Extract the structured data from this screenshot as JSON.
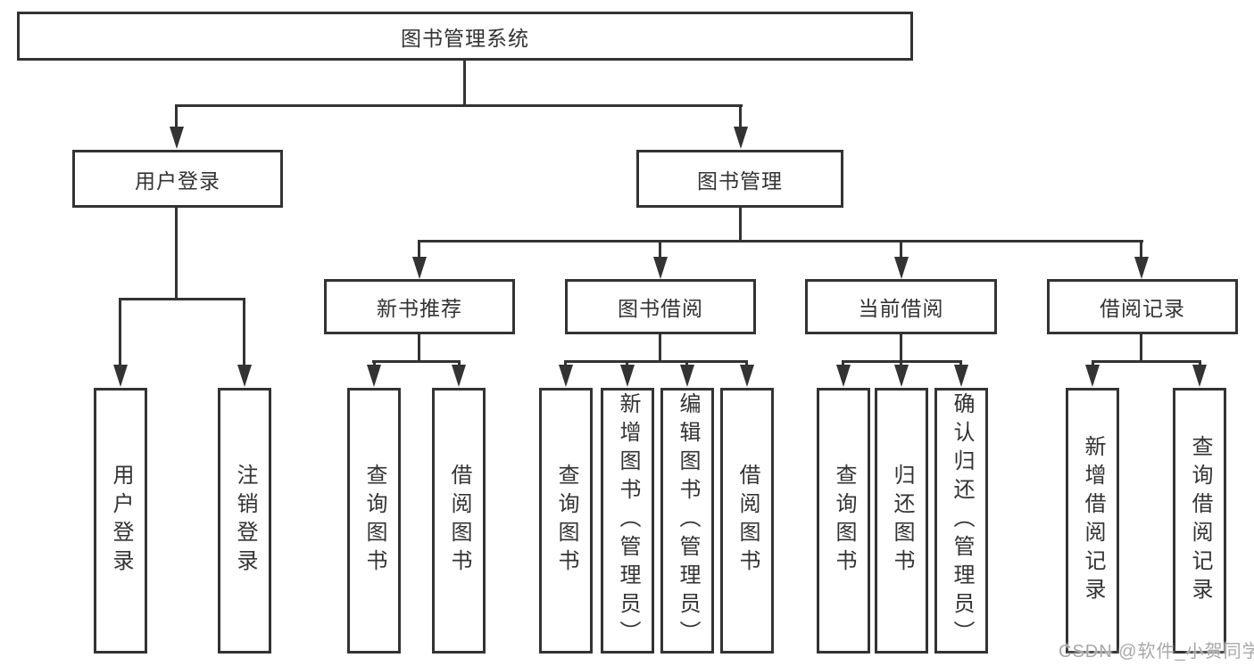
{
  "hierarchy": {
    "label": "图书管理系统",
    "children": [
      {
        "label": "用户登录",
        "children": [
          {
            "label": "用户登录"
          },
          {
            "label": "注销登录"
          }
        ]
      },
      {
        "label": "图书管理",
        "children": [
          {
            "label": "新书推荐",
            "children": [
              {
                "label": "查询图书"
              },
              {
                "label": "借阅图书"
              }
            ]
          },
          {
            "label": "图书借阅",
            "children": [
              {
                "label": "查询图书"
              },
              {
                "label": "新增图书（管理员）"
              },
              {
                "label": "编辑图书（管理员）"
              },
              {
                "label": "借阅图书"
              }
            ]
          },
          {
            "label": "当前借阅",
            "children": [
              {
                "label": "查询图书"
              },
              {
                "label": "归还图书"
              },
              {
                "label": "确认归还（管理员）"
              }
            ]
          },
          {
            "label": "借阅记录",
            "children": [
              {
                "label": "新增借阅记录"
              },
              {
                "label": "查询借阅记录"
              }
            ]
          }
        ]
      }
    ]
  },
  "watermark": {
    "text": "CSDN @软件_小贺同学"
  },
  "colors": {
    "line": "#333333",
    "box_border": "#333333",
    "box_background": "#ffffff",
    "text": "#333333",
    "watermark_gray": "#a8a8a8",
    "page_background": "#ffffff"
  }
}
